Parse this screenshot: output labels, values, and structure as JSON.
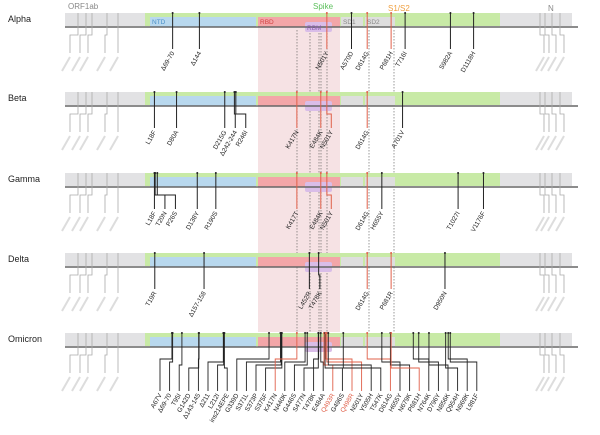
{
  "headers": {
    "orf1ab": "ORF1ab",
    "spike": "Spike",
    "s1s2": "S1/S2",
    "n": "N"
  },
  "domains": {
    "ntd": "NTD",
    "rbd": "RBD",
    "rbm": "RBM",
    "sd1": "SD1",
    "sd2": "SD2"
  },
  "colors": {
    "spike": "#c8eaa6",
    "ntd": "#b8d8ee",
    "rbd": "#f3a6a8",
    "rbm": "#d9bde8",
    "sd": "#dedede",
    "orf": "#e2e2e4",
    "highlight": "#f6e2e4",
    "key": "#e0604a",
    "s1s2": "#f0a040",
    "spikeText": "#5cc05c"
  },
  "variants": [
    {
      "name": "Alpha",
      "mutations": [
        {
          "label": "Δ69-70"
        },
        {
          "label": "Δ144"
        },
        {
          "label": "N501Y",
          "key": true
        },
        {
          "label": "A570D"
        },
        {
          "label": "D614G",
          "key": true
        },
        {
          "label": "P681H",
          "key": true
        },
        {
          "label": "T716I"
        },
        {
          "label": "S982A"
        },
        {
          "label": "D1118H"
        }
      ]
    },
    {
      "name": "Beta",
      "mutations": [
        {
          "label": "L18F"
        },
        {
          "label": "D80A"
        },
        {
          "label": "D215G"
        },
        {
          "label": "Δ242-244"
        },
        {
          "label": "R246I"
        },
        {
          "label": "K417N",
          "key": true
        },
        {
          "label": "E484K",
          "key": true
        },
        {
          "label": "N501Y",
          "key": true
        },
        {
          "label": "D614G",
          "key": true
        },
        {
          "label": "A701V"
        }
      ]
    },
    {
      "name": "Gamma",
      "mutations": [
        {
          "label": "L18F"
        },
        {
          "label": "T20N"
        },
        {
          "label": "P26S"
        },
        {
          "label": "D138Y"
        },
        {
          "label": "R190S"
        },
        {
          "label": "K417T",
          "key": true
        },
        {
          "label": "E484K",
          "key": true
        },
        {
          "label": "N501Y",
          "key": true
        },
        {
          "label": "D614G",
          "key": true
        },
        {
          "label": "H655Y"
        },
        {
          "label": "T1027I"
        },
        {
          "label": "V1176F"
        }
      ]
    },
    {
      "name": "Delta",
      "mutations": [
        {
          "label": "T19R"
        },
        {
          "label": "Δ157-158"
        },
        {
          "label": "L452R"
        },
        {
          "label": "T478K"
        },
        {
          "label": "D614G",
          "key": true
        },
        {
          "label": "P681R",
          "key": true
        },
        {
          "label": "D950N"
        }
      ]
    },
    {
      "name": "Omicron",
      "mutations": [
        {
          "label": "A67V"
        },
        {
          "label": "Δ69-70"
        },
        {
          "label": "T95I"
        },
        {
          "label": "G142D"
        },
        {
          "label": "Δ143-145"
        },
        {
          "label": "Δ211"
        },
        {
          "label": "L212I"
        },
        {
          "label": "ins214EPE"
        },
        {
          "label": "G339D"
        },
        {
          "label": "S371L"
        },
        {
          "label": "S373P"
        },
        {
          "label": "S375F"
        },
        {
          "label": "K417N",
          "key": true
        },
        {
          "label": "N440K"
        },
        {
          "label": "G446S"
        },
        {
          "label": "S477N"
        },
        {
          "label": "T478K"
        },
        {
          "label": "E484A"
        },
        {
          "label": "Q493R",
          "key": true,
          "redText": true
        },
        {
          "label": "G496S"
        },
        {
          "label": "Q498R",
          "key": true,
          "redText": true
        },
        {
          "label": "N501Y",
          "key": true
        },
        {
          "label": "Y505H"
        },
        {
          "label": "T547K"
        },
        {
          "label": "D614G",
          "key": true
        },
        {
          "label": "H655Y"
        },
        {
          "label": "N679K"
        },
        {
          "label": "P681H",
          "key": true
        },
        {
          "label": "N764K"
        },
        {
          "label": "D796Y"
        },
        {
          "label": "N856K"
        },
        {
          "label": "Q954H"
        },
        {
          "label": "N969K"
        },
        {
          "label": "L981F"
        }
      ]
    }
  ]
}
